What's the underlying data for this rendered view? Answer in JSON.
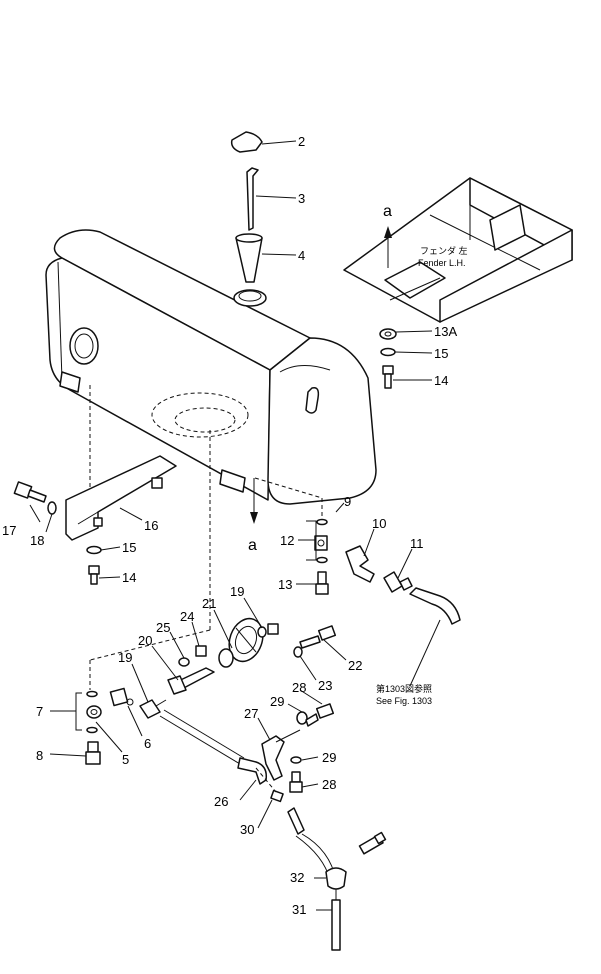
{
  "callouts": {
    "p2": "2",
    "p3": "3",
    "p4": "4",
    "p13a": "13A",
    "p15a": "15",
    "p14a": "14",
    "p9": "9",
    "p10": "10",
    "p11": "11",
    "p12": "12",
    "p13": "13",
    "p17": "17",
    "p18": "18",
    "p16": "16",
    "p15b": "15",
    "p14b": "14",
    "p19a": "19",
    "p21": "21",
    "p24": "24",
    "p25": "25",
    "p20": "20",
    "p19b": "19",
    "p22": "22",
    "p23": "23",
    "p7": "7",
    "p6": "6",
    "p5": "5",
    "p8": "8",
    "p28a": "28",
    "p29a": "29",
    "p27": "27",
    "p29b": "29",
    "p28b": "28",
    "p26": "26",
    "p30": "30",
    "p32": "32",
    "p31": "31"
  },
  "arrows": {
    "top": "a",
    "bottom": "a"
  },
  "fender_note": {
    "jp": "フェンダ 左",
    "en": "Fender L.H."
  },
  "see_fig": {
    "jp": "第1303図参照",
    "en": "See Fig. 1303"
  }
}
